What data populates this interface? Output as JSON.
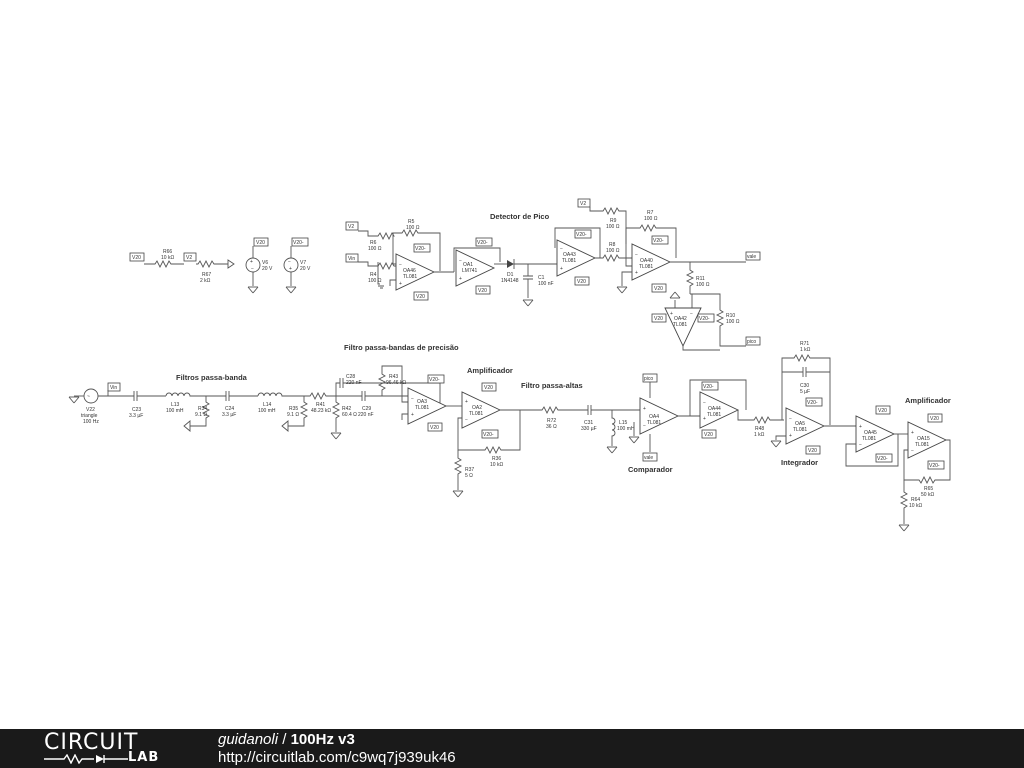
{
  "sections": {
    "detector": "Detector de Pico",
    "precision_bp": "Filtro passa-bandas de precisão",
    "bandpass": "Filtros passa-banda",
    "amp1": "Amplificador",
    "highpass": "Filtro passa-altas",
    "comparator": "Comparador",
    "integrator": "Integrador",
    "amp2": "Amplificador"
  },
  "tags": {
    "v20": "V20",
    "v20n": "V20-",
    "v2": "V2",
    "vin": "Vin",
    "vale": "vale",
    "pico": "pico"
  },
  "components": {
    "R66": {
      "ref": "R66",
      "val": "10 kΩ"
    },
    "R67": {
      "ref": "R67",
      "val": "2 kΩ"
    },
    "V6": {
      "ref": "V6",
      "val": "20 V"
    },
    "V7": {
      "ref": "V7",
      "val": "20 V"
    },
    "R5": {
      "ref": "R5",
      "val": "100 Ω"
    },
    "R6": {
      "ref": "R6",
      "val": "100 Ω"
    },
    "R4": {
      "ref": "R4",
      "val": "100 Ω"
    },
    "OA46": {
      "ref": "OA46",
      "val": "TL081"
    },
    "OA1": {
      "ref": "OA1",
      "val": "LM741"
    },
    "D1": {
      "ref": "D1",
      "val": "1N4148"
    },
    "C1": {
      "ref": "C1",
      "val": "100 nF"
    },
    "OA43": {
      "ref": "OA43",
      "val": "TL081"
    },
    "R9": {
      "ref": "R9",
      "val": "100 Ω"
    },
    "R8": {
      "ref": "R8",
      "val": "100 Ω"
    },
    "R7": {
      "ref": "R7",
      "val": "100 Ω"
    },
    "OA40": {
      "ref": "OA40",
      "val": "TL081"
    },
    "R11": {
      "ref": "R11",
      "val": "100 Ω"
    },
    "R10": {
      "ref": "R10",
      "val": "100 Ω"
    },
    "OA42": {
      "ref": "OA42",
      "val": "TL081"
    },
    "V22": {
      "ref": "V22",
      "val": "triangle",
      "val2": "100 Hz"
    },
    "C23": {
      "ref": "C23",
      "val": "3.3 µF"
    },
    "L13": {
      "ref": "L13",
      "val": "100 mH"
    },
    "R34": {
      "ref": "R34",
      "val": "9.1 Ω"
    },
    "C24": {
      "ref": "C24",
      "val": "3.3 µF"
    },
    "L14": {
      "ref": "L14",
      "val": "100 mH"
    },
    "R35": {
      "ref": "R35",
      "val": "9.1 Ω"
    },
    "R41": {
      "ref": "R41",
      "val": "48.23 kΩ"
    },
    "R42": {
      "ref": "R42",
      "val": "60.4 Ω"
    },
    "C28": {
      "ref": "C28",
      "val": "220 nF"
    },
    "C29": {
      "ref": "C29",
      "val": "220 nF"
    },
    "R43": {
      "ref": "R43",
      "val": "96.46 kΩ"
    },
    "OA3": {
      "ref": "OA3",
      "val": "TL081"
    },
    "OA2": {
      "ref": "OA2",
      "val": "TL081"
    },
    "R36": {
      "ref": "R36",
      "val": "10 kΩ"
    },
    "R37": {
      "ref": "R37",
      "val": "5 Ω"
    },
    "R72": {
      "ref": "R72",
      "val": "36 Ω"
    },
    "C31": {
      "ref": "C31",
      "val": "330 µF"
    },
    "L15": {
      "ref": "L15",
      "val": "100 mH"
    },
    "OA4": {
      "ref": "OA4",
      "val": "TL081"
    },
    "OA44": {
      "ref": "OA44",
      "val": "TL081"
    },
    "R48": {
      "ref": "R48",
      "val": "1 kΩ"
    },
    "R71": {
      "ref": "R71",
      "val": "1 kΩ"
    },
    "C30": {
      "ref": "C30",
      "val": "5 µF"
    },
    "OA5": {
      "ref": "OA5",
      "val": "TL081"
    },
    "OA45": {
      "ref": "OA45",
      "val": "TL081"
    },
    "OA15": {
      "ref": "OA15",
      "val": "TL081"
    },
    "R65": {
      "ref": "R65",
      "val": "50 kΩ"
    },
    "R64": {
      "ref": "R64",
      "val": "10 kΩ"
    }
  },
  "footer": {
    "logo_top": "CIRCUIT",
    "logo_bottom": "LAB",
    "author": "guidanoli",
    "separator": " / ",
    "project": "100Hz v3",
    "url": "http://circuitlab.com/c9wq7j939uk46"
  }
}
